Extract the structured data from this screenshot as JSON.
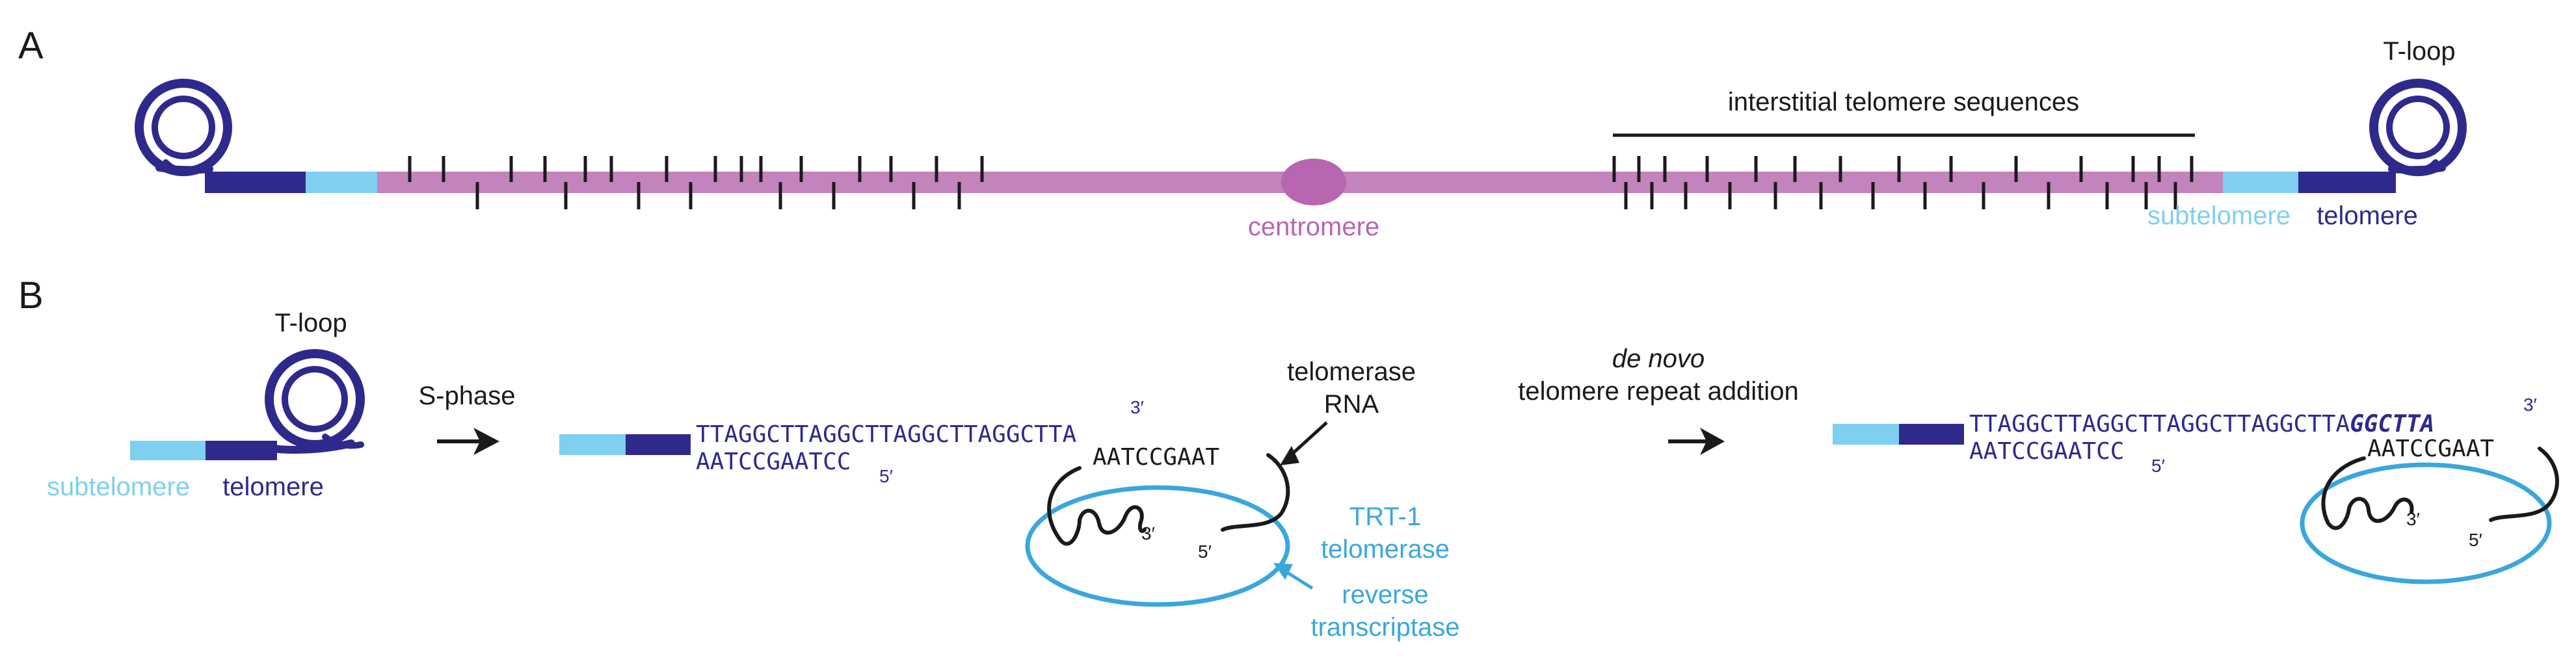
{
  "panels": {
    "a": {
      "letter": "A"
    },
    "b": {
      "letter": "B"
    }
  },
  "panel_a": {
    "centromere_label": "centromere",
    "its_label": "interstitial telomere sequences",
    "tloop_label": "T-loop",
    "subtelomere_label": "subtelomere",
    "telomere_label": "telomere"
  },
  "panel_b": {
    "tloop_label": "T-loop",
    "subtelomere_label": "subtelomere",
    "telomere_label": "telomere",
    "sphase_label": "S-phase",
    "top_strand": "TTAGGCTTAGGCTTAGGCTTAGGCTTA",
    "bottom_strand": "AATCCGAATCC",
    "end_3prime": "3′",
    "end_5prime": "5′",
    "rna_template": "AATCCGAAT",
    "telomerase_rna_line1": "telomerase",
    "telomerase_rna_line2": "RNA",
    "trt_line1": "TRT-1",
    "trt_line2": "telomerase",
    "trt_line3": "reverse",
    "trt_line4": "transcriptase",
    "denovo_italic": "de novo",
    "denovo_line2": "telomere repeat addition",
    "added_repeat": "GGCTTA"
  },
  "colors": {
    "telomere": "#2e2a8c",
    "subtelomere": "#7fd0f0",
    "chromosome": "#c383bd",
    "centromere": "#b866b1",
    "tick": "#1a1a1a",
    "trt": "#3aa7dc",
    "sequence": "#2e2a8c",
    "text": "#1a1a1a"
  }
}
